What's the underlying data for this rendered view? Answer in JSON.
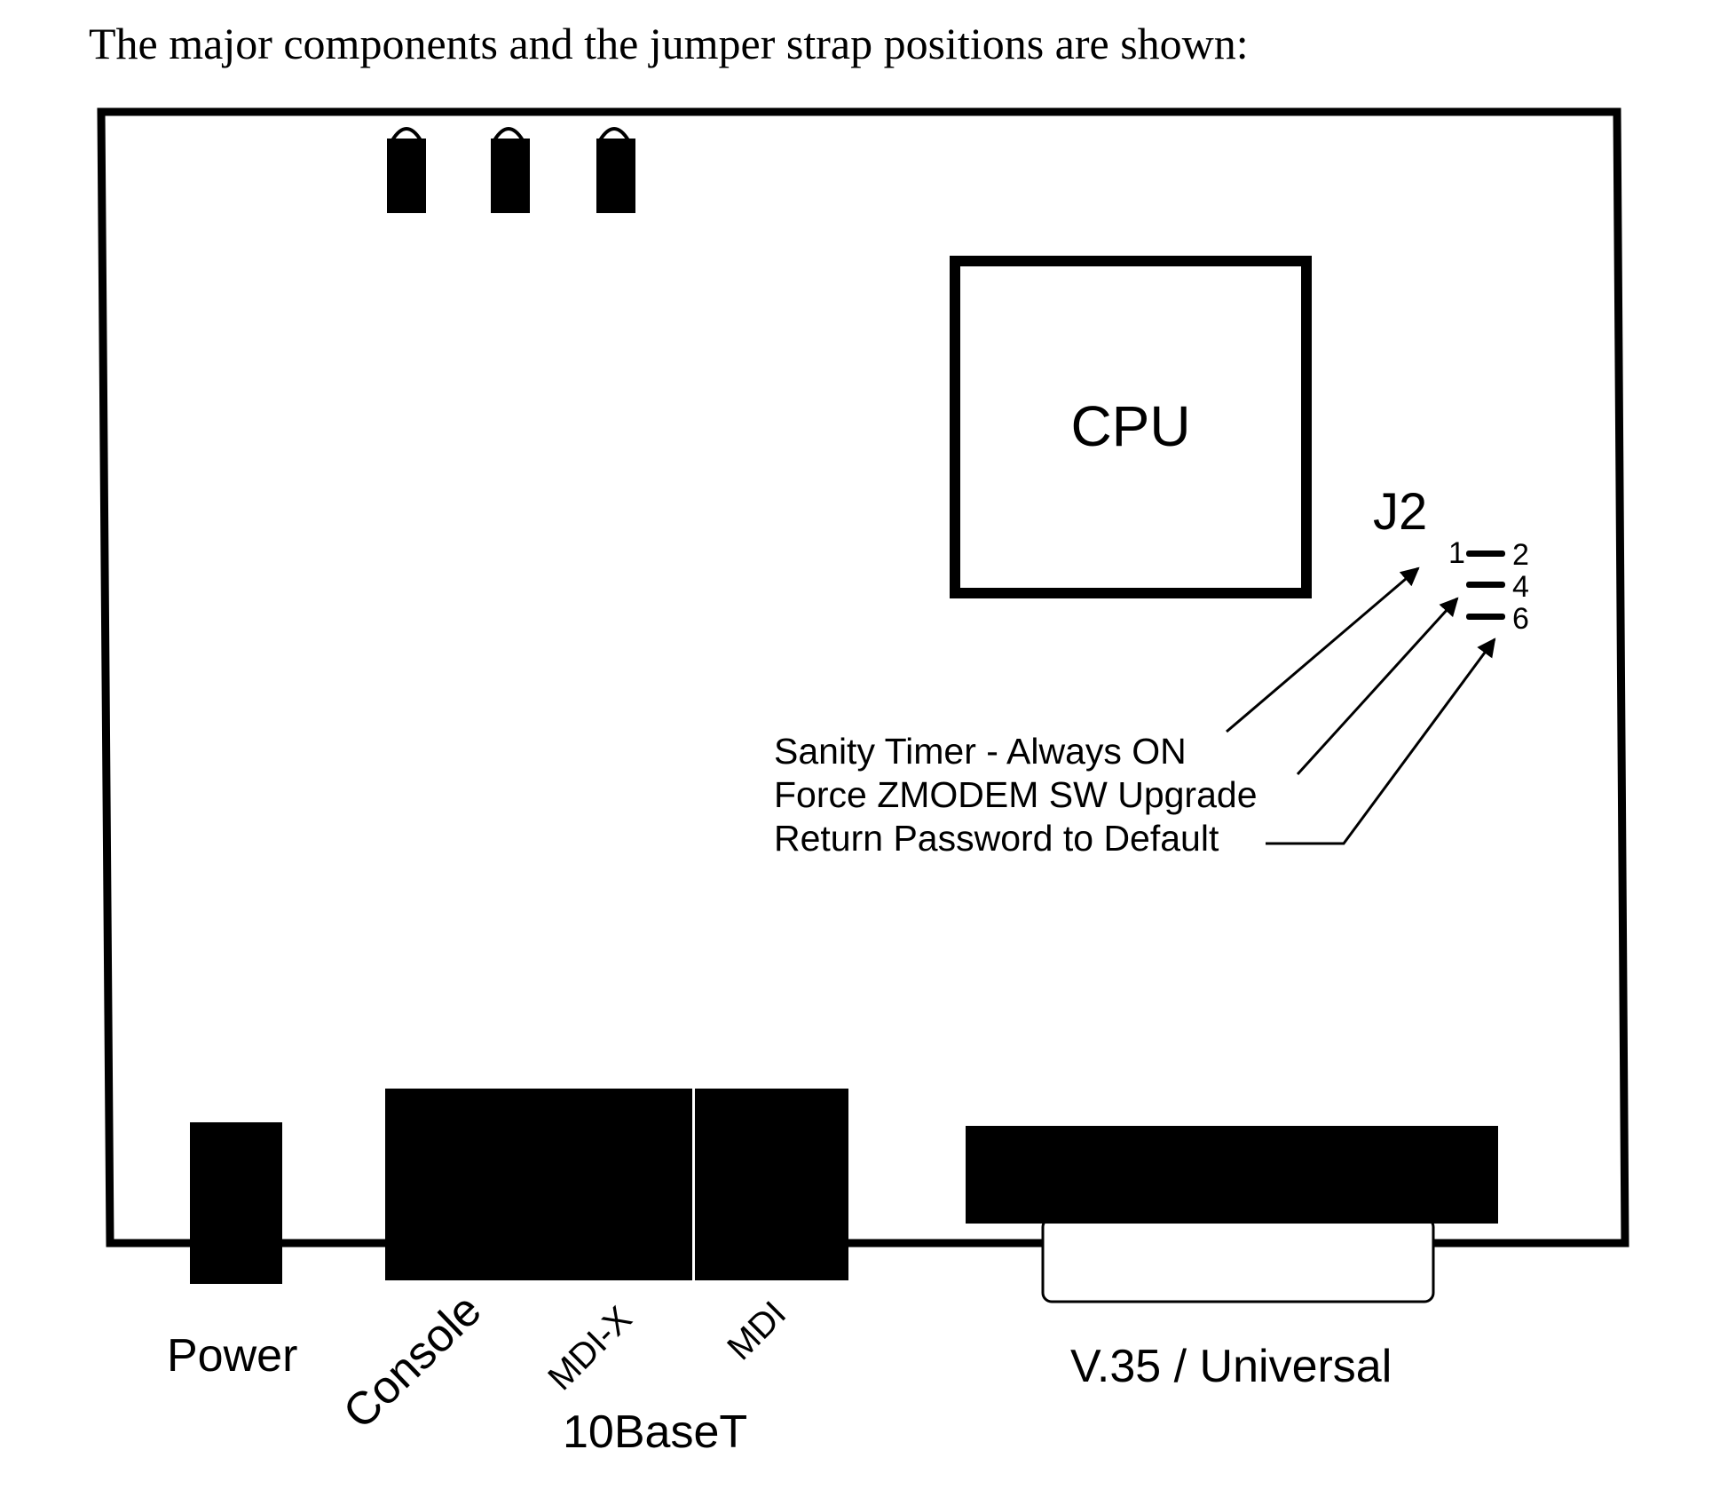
{
  "intro_text": "The major components and the jumper strap positions are shown:",
  "board": {
    "cpu_label": "CPU",
    "jumper": {
      "name": "J2",
      "pins_left": [
        "1"
      ],
      "pins_right": [
        "2",
        "4",
        "6"
      ],
      "callouts": [
        "Sanity Timer - Always ON",
        "Force ZMODEM SW Upgrade",
        "Return Password to Default"
      ]
    },
    "connectors": {
      "power": "Power",
      "console": "Console",
      "mdi_x": "MDI-X",
      "mdi": "MDI",
      "ethernet_group": "10BaseT",
      "serial": "V.35 / Universal"
    }
  }
}
